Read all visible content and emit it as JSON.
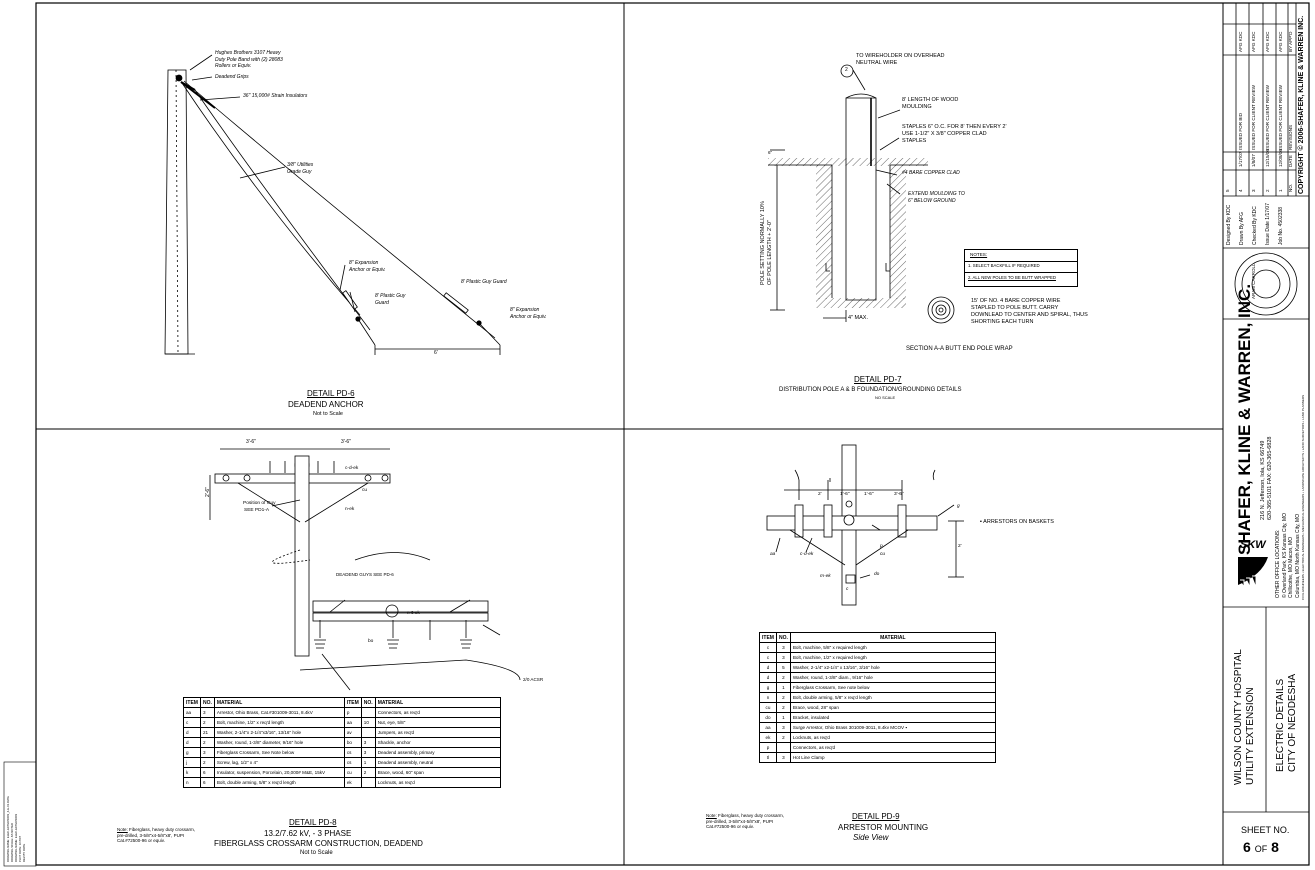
{
  "pd6": {
    "labels": {
      "band": [
        "Hughes Brothers 3107 Heavy",
        "Duty Pole Band with (2) 28083",
        "Rollers or Equiv."
      ],
      "grips": "Deadend Grips",
      "insulators": "36\" 15,000# Strain Insulators",
      "guy": [
        "3/8\" Utilities",
        "Grade Guy"
      ],
      "anchor1": [
        "8\" Expansion",
        "Anchor or Equiv."
      ],
      "guard1": "8' Plastic Guy Guard",
      "guard2": [
        "8' Plastic Guy",
        "Guard"
      ],
      "anchor2": [
        "8\" Expansion",
        "Anchor or Equiv."
      ],
      "dim": "6'"
    },
    "title": "DETAIL PD-6",
    "subtitle": "DEADEND ANCHOR",
    "scale": "Not to Scale"
  },
  "pd7": {
    "labels": {
      "circle": "2",
      "wireholder": [
        "TO WIREHOLDER ON OVERHEAD",
        "NEUTRAL WIRE"
      ],
      "moulding": [
        "8' LENGTH OF WOOD",
        "MOULDING"
      ],
      "staples": [
        "STAPLES 6\" O.C. FOR 8' THEN EVERY 2'",
        "USE 1-1/2\" X 3/8\" COPPER CLAD",
        "STAPLES"
      ],
      "copper": "#4 BARE COPPER CLAD",
      "extend": [
        "EXTEND MOULDING TO",
        "6\" BELOW GROUND"
      ],
      "setting": [
        "POLE SETTING NORMALLY 10%",
        "OF POLE LENGTH + 2'-0\""
      ],
      "max": "4\" MAX.",
      "spiral": [
        "15' OF NO. 4 BARE COPPER WIRE",
        "STAPLED TO POLE BUTT.  CARRY",
        "DOWNLEAD TO CENTER AND SPIRAL, THUS",
        "SHORTING EACH TURN"
      ],
      "section": "SECTION A-A  BUTT END POLE WRAP",
      "dim6": "6\""
    },
    "notes_title": "NOTES:",
    "notes": [
      "1.  SELECT BACKFILL IF REQUIRED",
      "2.  ALL NEW POLES TO BE BUTT WRAPPED"
    ],
    "title": "DETAIL PD-7",
    "subtitle": "DISTRIBUTION POLE A & B FOUNDATION/GROUNDING DETAILS",
    "scale": "NO SCALE"
  },
  "pd8": {
    "labels": {
      "position": "Position of Guy",
      "see": "SEE PD1-A",
      "nek": "n-ek",
      "cu": "cu",
      "cdek": "c-d-ek",
      "guys": "DEADEND GUYS SEE PD-6",
      "n6ek": "n-6-ek",
      "bo": "bo",
      "acsr": "2/0 ACSR",
      "d1": "3'-6\"",
      "d2": "3'-6\"",
      "d3": "2'-6\""
    },
    "headers": [
      "ITEM",
      "NO.",
      "MATERIAL",
      "ITEM",
      "NO.",
      "MATERIAL"
    ],
    "rows": [
      [
        "aa",
        "3",
        "Arrestor, Ohio Brass, Cat.#301009-3011, 8.4kV",
        "p",
        "",
        "Connectors, as req'd"
      ],
      [
        "c",
        "2",
        "Bolt, machine, 1/2\" x req'd length",
        "aa",
        "10",
        "Nut, eye, 5/8\""
      ],
      [
        "d",
        "21",
        "Washer, 2-1/4\"x 2-1/4\"x3/16\", 13/16\" hole",
        "av",
        "",
        "Jumpers, as req'd"
      ],
      [
        "d",
        "2",
        "Washer, round, 1-3/8\" diameter, 9/16\" hole",
        "bo",
        "3",
        "Shackle, anchor"
      ],
      [
        "g",
        "3",
        "Fiberglass Crossarm, See Note below",
        "cs",
        "3",
        "Deadend assembly, primary"
      ],
      [
        "j",
        "2",
        "Screw, lag, 1/2\" x 4\"",
        "cs",
        "1",
        "Deadend assembly, neutral"
      ],
      [
        "k",
        "6",
        "Insulator, suspension, Porcelain, 20,000# M&E, 15kV",
        "cu",
        "2",
        "Brace, wood, 60\" span"
      ],
      [
        "n",
        "6",
        "Bolt, double arming, 5/8\" x req'd length",
        "ek",
        "",
        "Locknuts, as req'd"
      ]
    ],
    "note_label": "Note:",
    "note": [
      "Fiberglass, heavy duty crossarm,",
      "pre-drilled, 3-5/8\"x4-5/8\"x8', PUPI",
      "Cat.#72500-96 or equiv."
    ],
    "title": "DETAIL PD-8",
    "subtitle1": "13.2/7.62 kV, - 3 PHASE",
    "subtitle2": "FIBERGLASS CROSSARM CONSTRUCTION, DEADEND",
    "scale": "Not to Scale"
  },
  "pd9": {
    "labels": {
      "arrestors": "▪ ARRESTORS ON BASKETS",
      "d1": "2'",
      "d2": "1'-6\"",
      "d3": "1'-6\"",
      "d4": "3'-6\"",
      "dv": "2'",
      "aa": "aa",
      "cdek": "c-d-ek",
      "mek": "m-ek",
      "p": "p",
      "g": "g",
      "cu": "cu",
      "do": "do",
      "c": "c"
    },
    "headers": [
      "ITEM",
      "NO.",
      "MATERIAL"
    ],
    "rows": [
      [
        "c",
        "3",
        "Bolt, machine, 5/8\" x required length"
      ],
      [
        "c",
        "3",
        "Bolt, machine, 1/2\" x required length"
      ],
      [
        "d",
        "5",
        "Washer, 2-1/4\" x2-1/4\" x 13/16\", 3/16\" hole"
      ],
      [
        "d",
        "2",
        "Washer, round, 1-3/8\" diam., 9/16\" hole"
      ],
      [
        "g",
        "1",
        "Fiberglass Crossarm, See note below"
      ],
      [
        "n",
        "2",
        "Bolt, double arming, 5/8\" x req'd length"
      ],
      [
        "cu",
        "2",
        "Brace, wood, 28\" span"
      ],
      [
        "do",
        "1",
        "Bracket, insulated"
      ],
      [
        "aa",
        "3",
        "Surge Arrestor, Ohio Brass 301009-3011, 8.4kv MCOV  ▪"
      ],
      [
        "ek",
        "2",
        "Locknuts, as req'd"
      ],
      [
        "p",
        "",
        "Connectors, as req'd"
      ],
      [
        "tl",
        "3",
        "Hot Line Clamp"
      ]
    ],
    "note_label": "Note:",
    "note": [
      "Fiberglass, heavy duty crossarm,",
      "pre-drilled, 3-5/8\"x4-5/8\"x8', PUPI",
      "Cat.#72500-96 or equiv."
    ],
    "title": "DETAIL PD-9",
    "subtitle": "ARRESTOR MOUNTING",
    "scale": "Side View"
  },
  "titleblock": {
    "revisions": [
      [
        "5",
        "",
        "",
        ""
      ],
      [
        "4",
        "1/17/07",
        "ISSUED FOR BID",
        "AFG  KDC"
      ],
      [
        "3",
        "1/8/07",
        "ISSUED FOR CLIENT REVIEW",
        "AFG  KDC"
      ],
      [
        "2",
        "12/15/06",
        "ISSUED FOR CLIENT REVIEW",
        "AFG  KDC"
      ],
      [
        "1",
        "12/08/06",
        "ISSUED FOR CLIENT REVIEW",
        "AFG  KDC"
      ],
      [
        "NO.",
        "DATE",
        "REVISIONS",
        "BY  APP'D"
      ]
    ],
    "copyright": "COPYRIGHT © 2006-SHAFER, KLINE & WARREN INC.",
    "designed": "Designed By  KDC",
    "drawn": "Drawn By  AFG",
    "checked": "Checked By  KDC",
    "issue": "Issue Date  1/17/07",
    "job": "Job No.  4502338",
    "firm": "SHAFER, KLINE & WARREN, INC.",
    "address": [
      "216 N. Jefferson, Iola, KS 66749",
      "620-365-5101   FAX: 620-365-6828"
    ],
    "offices": [
      "OTHER OFFICE LOCATIONS:",
      "© Overland Park, KS    Kansas City, MO",
      "   Chillicothe, MO    Macon, MO",
      "   Columbia, MO    North Kansas City, MO"
    ],
    "disciplines": "CIVIL ENGINEERS • ELECTRICAL ENGINEERS • MECHANICAL ENGINEERS • LANDSCAPE ARCHITECTS • LAND SURVEYORS • LAND PLANNERS",
    "logo": "SKW",
    "seal_text": "ARAM CARROLL",
    "project1": "WILSON COUNTY HOSPITAL",
    "project2": "UTILITY EXTENSION",
    "sheet_title1": "ELECTRIC DETAILS",
    "sheet_title2": "CITY OF NEODESHA",
    "sheet_no_label": "SHEET NO.",
    "sheet_no": "6",
    "of_label": "OF",
    "sheet_total": "8"
  },
  "stamp": [
    "DRAWING NAME: ELEC-EXTENSION_6-E-01.DWG",
    "DRAWING SCALE: AS NOTED",
    "DRAWING NAME: ELEC-EXTENSION",
    "PLOT DATE: 1/17/07",
    "REV  BY  DATE"
  ]
}
